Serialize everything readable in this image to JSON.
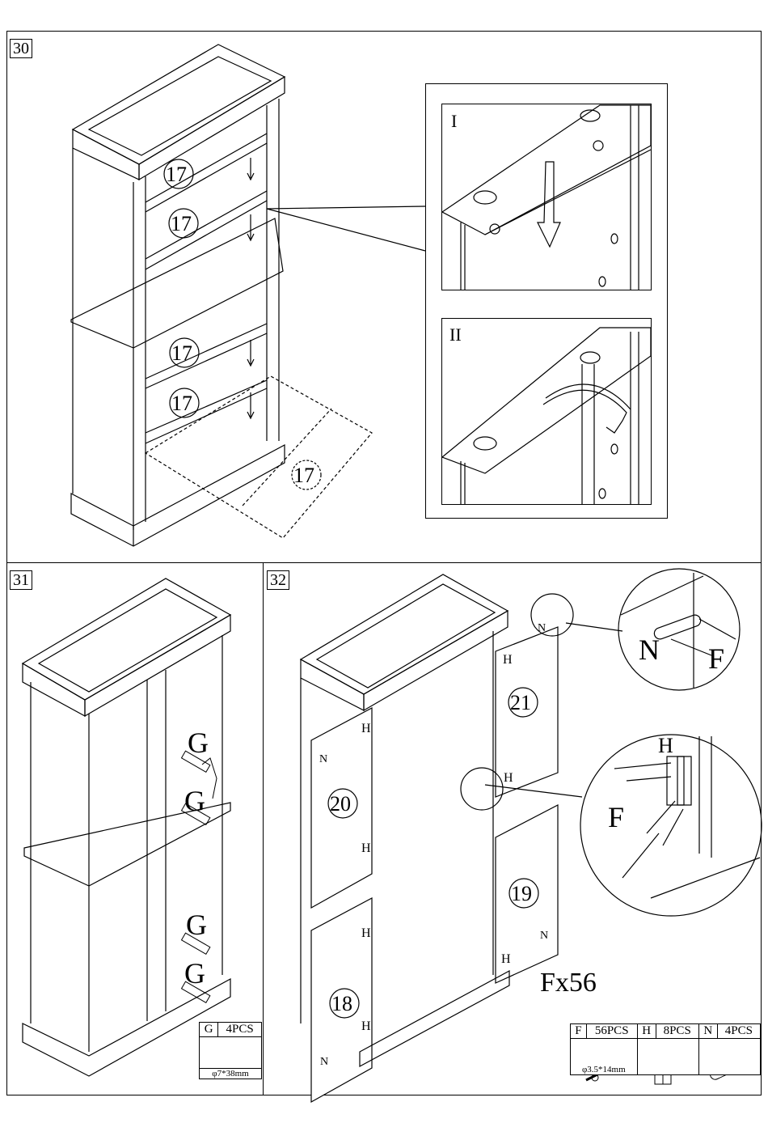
{
  "steps": {
    "s30": {
      "number": "30",
      "part_labels": [
        "17",
        "17",
        "17",
        "17",
        "17"
      ],
      "detail_labels": [
        "I",
        "II"
      ]
    },
    "s31": {
      "number": "31",
      "part_labels": [
        "G",
        "G",
        "G",
        "G"
      ],
      "table": {
        "code": "G",
        "qty": "4PCS",
        "size": "φ7*38mm"
      }
    },
    "s32": {
      "number": "32",
      "door_labels": [
        "21",
        "20",
        "19",
        "18"
      ],
      "hinge_label": "H",
      "screw_label": "F",
      "plate_label": "N",
      "zoom1": {
        "n": "N",
        "f": "F"
      },
      "zoom2": {
        "h": "H",
        "f": "F"
      },
      "count_text": "Fx56",
      "table": {
        "f_code": "F",
        "f_qty": "56PCS",
        "h_code": "H",
        "h_qty": "8PCS",
        "n_code": "N",
        "n_qty": "4PCS",
        "f_size": "φ3.5*14mm"
      }
    }
  }
}
